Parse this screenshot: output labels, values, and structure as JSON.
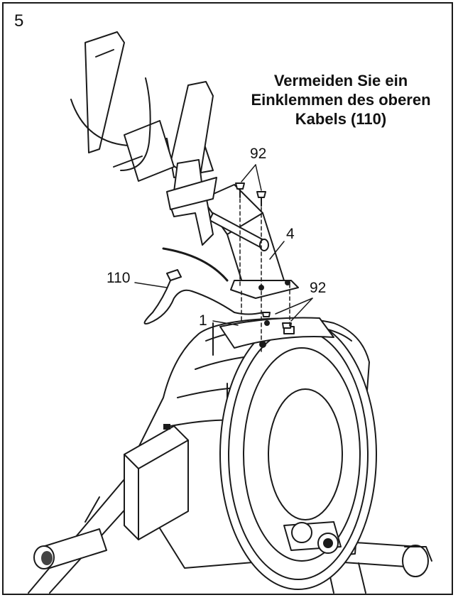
{
  "step_number": "5",
  "caution_lines": [
    "Vermeiden Sie ein",
    "Einklemmen des oberen",
    "Kabels (110)"
  ],
  "callouts": {
    "screws_top": "92",
    "upright": "4",
    "cable": "110",
    "screws_bottom": "92",
    "frame": "1"
  },
  "colors": {
    "line": "#1a1a1a",
    "fill": "#ffffff",
    "shade": "#d9d9d9",
    "dark": "#444444"
  }
}
